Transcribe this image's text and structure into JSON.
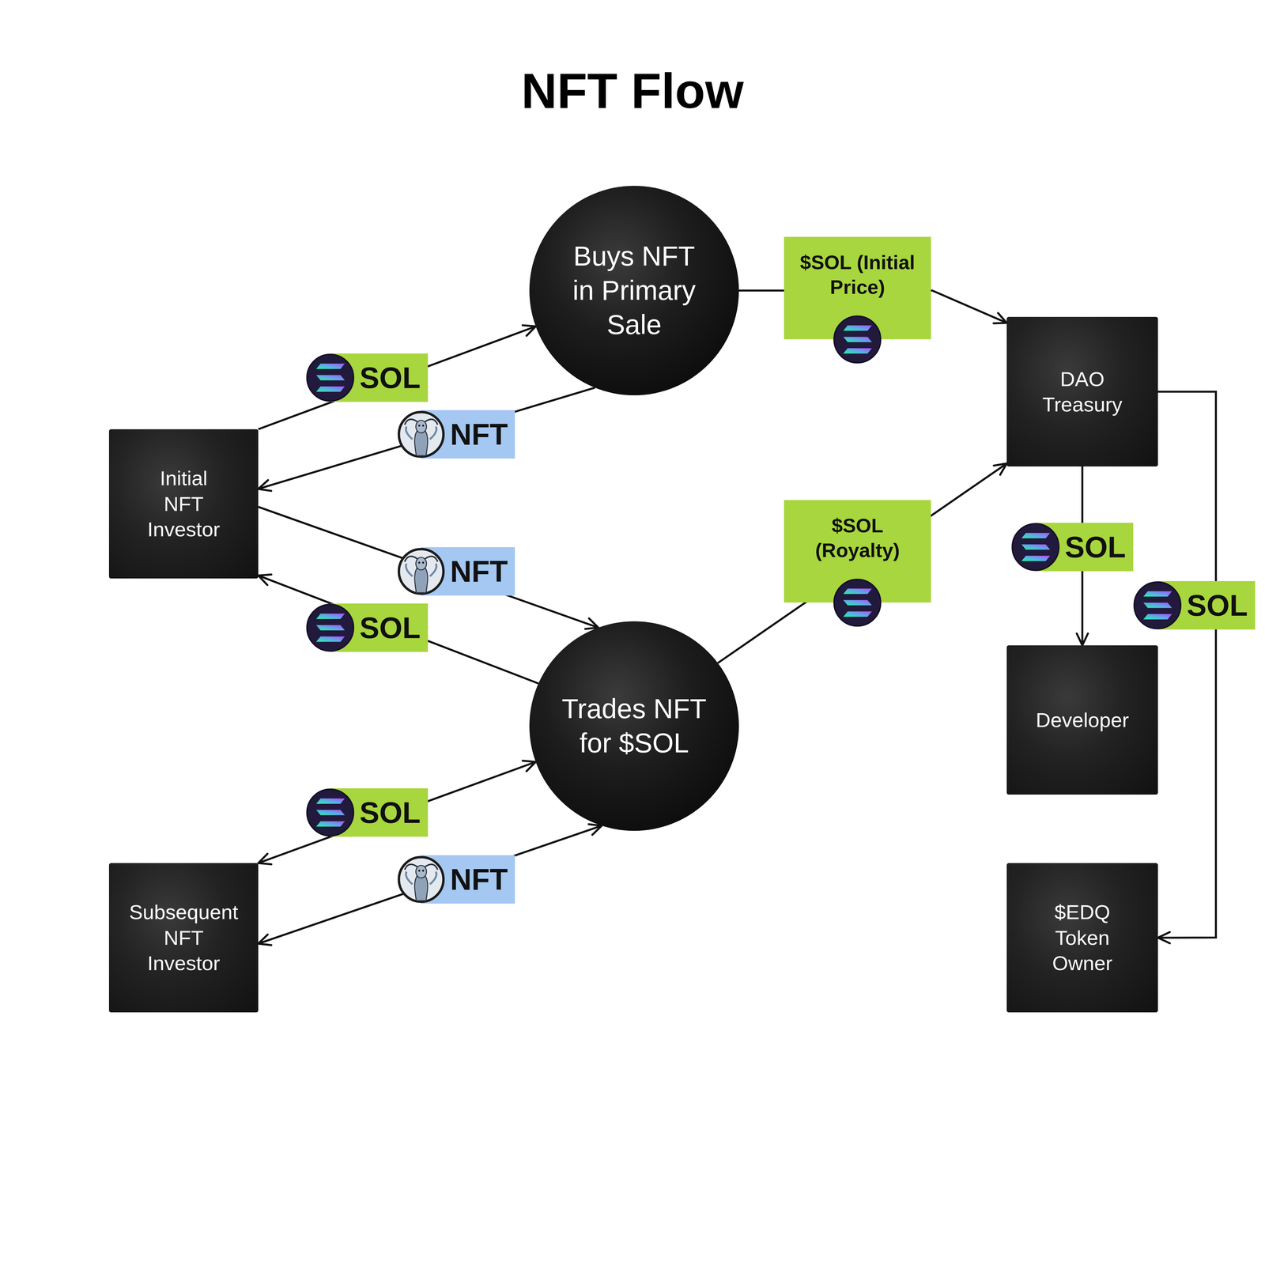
{
  "diagram": {
    "title": "NFT Flow",
    "nodes": [
      {
        "text": [
          "Buys NFT in Primary Sale"
        ]
      },
      {
        "text": [
          "DAO Treasury"
        ]
      },
      {
        "text": [
          "Initial NFT Investor"
        ]
      },
      {
        "text": [
          "Trades NFT for $SOL"
        ]
      },
      {
        "text": [
          "Developer"
        ]
      },
      {
        "text": [
          "Subsequent NFT Investor"
        ]
      },
      {
        "text": [
          "$EDQ Token Owner"
        ]
      }
    ],
    "edges": [
      {
        "from": 2,
        "to": 0,
        "arrow": "to",
        "label": "SOL"
      },
      {
        "from": 0,
        "to": 2,
        "arrow": "to",
        "label": "NFT"
      },
      {
        "from": 0,
        "to": 1,
        "arrow": "to",
        "label": "$SOL (Initial Price)"
      },
      {
        "from": 2,
        "to": 3,
        "arrow": "to",
        "label": "NFT"
      },
      {
        "from": 3,
        "to": 2,
        "arrow": "to",
        "label": "SOL"
      },
      {
        "from": 3,
        "to": 1,
        "arrow": "to",
        "label": "$SOL (Royalty)"
      },
      {
        "from": 5,
        "to": 3,
        "arrow": "both",
        "label": "SOL"
      },
      {
        "from": 3,
        "to": 5,
        "arrow": "both",
        "label": "NFT"
      },
      {
        "from": 1,
        "to": 4,
        "arrow": "to",
        "label": "SOL"
      },
      {
        "from": 1,
        "to": 6,
        "arrow": "to",
        "label": "SOL"
      }
    ]
  }
}
